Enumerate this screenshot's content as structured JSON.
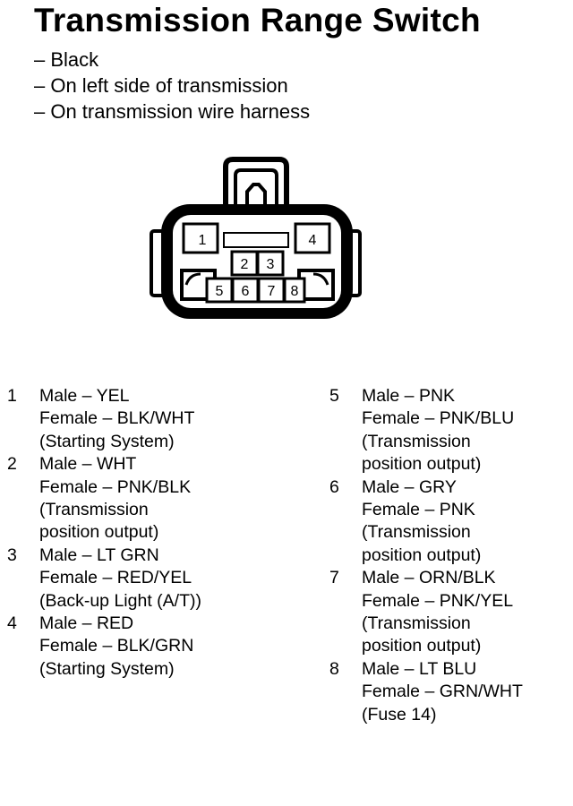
{
  "title": "Transmission Range Switch",
  "bullets": [
    "– Black",
    "– On left side of transmission",
    "– On transmission wire harness"
  ],
  "connector": {
    "pin_labels": [
      "1",
      "2",
      "3",
      "4",
      "5",
      "6",
      "7",
      "8"
    ]
  },
  "pins_left": [
    {
      "num": "1",
      "lines": [
        "Male – YEL",
        "Female – BLK/WHT",
        "(Starting System)"
      ]
    },
    {
      "num": "2",
      "lines": [
        "Male – WHT",
        "Female – PNK/BLK",
        "(Transmission",
        "position output)"
      ]
    },
    {
      "num": "3",
      "lines": [
        "Male – LT GRN",
        "Female – RED/YEL",
        "(Back-up Light (A/T))"
      ]
    },
    {
      "num": "4",
      "lines": [
        "Male – RED",
        "Female – BLK/GRN",
        "(Starting System)"
      ]
    }
  ],
  "pins_right": [
    {
      "num": "5",
      "lines": [
        "Male – PNK",
        "Female – PNK/BLU",
        "(Transmission",
        "position output)"
      ]
    },
    {
      "num": "6",
      "lines": [
        "Male – GRY",
        "Female – PNK",
        "(Transmission",
        "position output)"
      ]
    },
    {
      "num": "7",
      "lines": [
        "Male – ORN/BLK",
        "Female – PNK/YEL",
        "(Transmission",
        "position output)"
      ]
    },
    {
      "num": "8",
      "lines": [
        "Male – LT BLU",
        "Female – GRN/WHT",
        "(Fuse 14)"
      ]
    }
  ]
}
